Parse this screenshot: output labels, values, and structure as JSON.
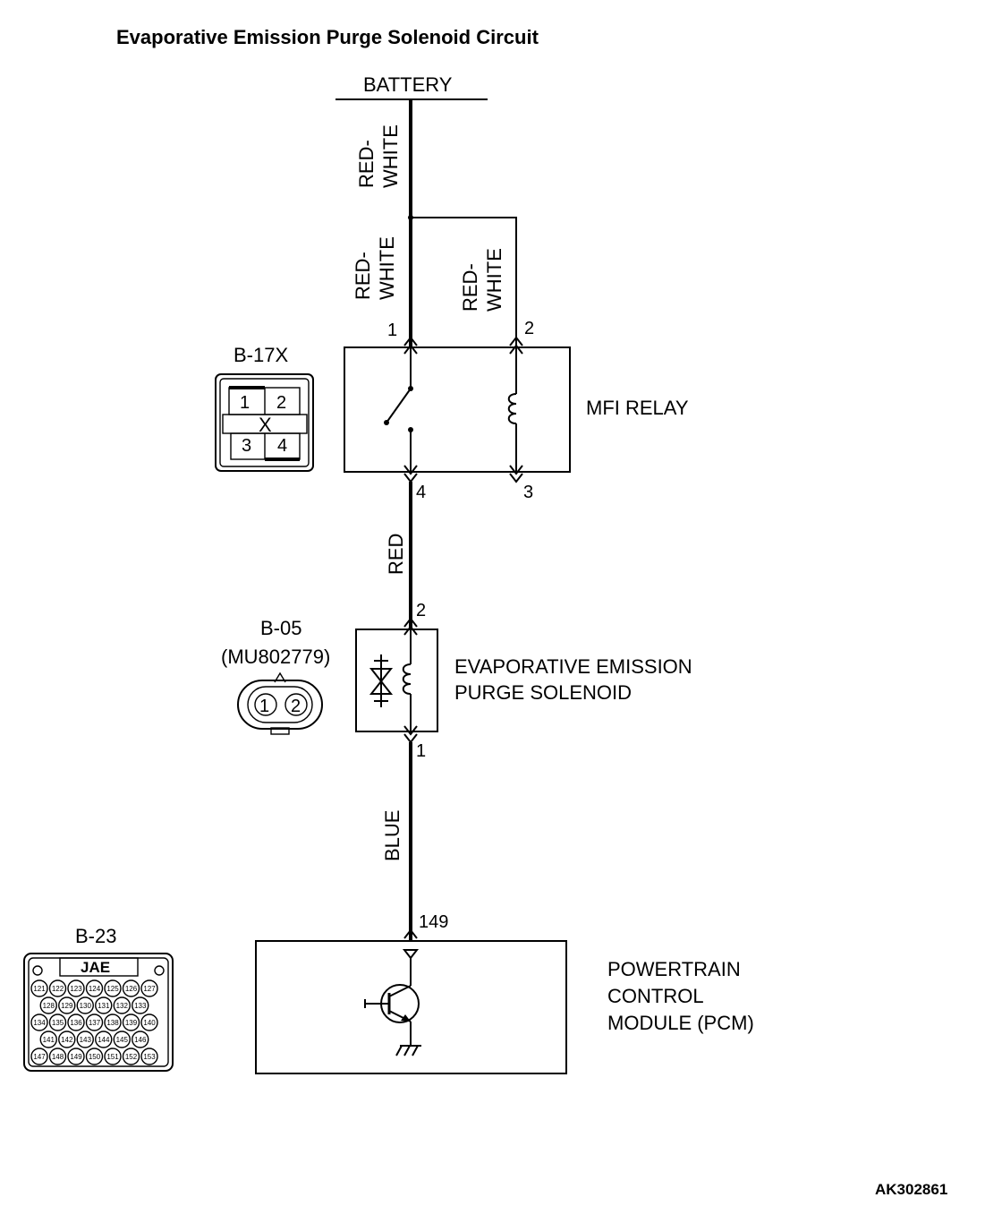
{
  "title": "Evaporative Emission Purge Solenoid Circuit",
  "battery_label": "BATTERY",
  "wires": {
    "battery_main": "RED-\nWHITE",
    "relay_pin1": "RED-\nWHITE",
    "relay_pin2": "RED-\nWHITE",
    "relay_to_solenoid": "RED",
    "solenoid_to_pcm": "BLUE"
  },
  "relay": {
    "name": "MFI RELAY",
    "connector": "B-17X",
    "pins": [
      "1",
      "2",
      "3",
      "4"
    ],
    "connector_mark": "X"
  },
  "solenoid": {
    "name_line1": "EVAPORATIVE EMISSION",
    "name_line2": "PURGE SOLENOID",
    "connector": "B-05",
    "part_number": "(MU802779)",
    "pin_top": "2",
    "pin_bottom": "1"
  },
  "pcm": {
    "name_line1": "POWERTRAIN",
    "name_line2": "CONTROL",
    "name_line3": "MODULE (PCM)",
    "connector": "B-23",
    "connector_brand": "JAE",
    "pin": "149",
    "connector_pins": [
      [
        "121",
        "122",
        "123",
        "124",
        "125",
        "126",
        "127"
      ],
      [
        "128",
        "129",
        "130",
        "131",
        "132",
        "133"
      ],
      [
        "134",
        "135",
        "136",
        "137",
        "138",
        "139",
        "140"
      ],
      [
        "141",
        "142",
        "143",
        "144",
        "145",
        "146"
      ],
      [
        "147",
        "148",
        "149",
        "150",
        "151",
        "152",
        "153"
      ]
    ]
  },
  "figure_code": "AK302861"
}
